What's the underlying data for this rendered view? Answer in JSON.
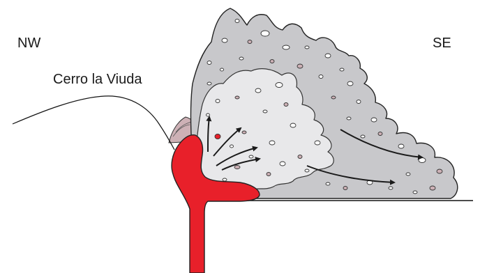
{
  "labels": {
    "northwest": "NW",
    "southeast": "SE",
    "peak_name": "Cerro la Viuda"
  },
  "colors": {
    "magma": "#e8202a",
    "outer_flow": "#c8c8cb",
    "inner_core": "#e8e8ea",
    "clast_pink": "#cdb1b6",
    "arrow": "#1a1a1a"
  }
}
